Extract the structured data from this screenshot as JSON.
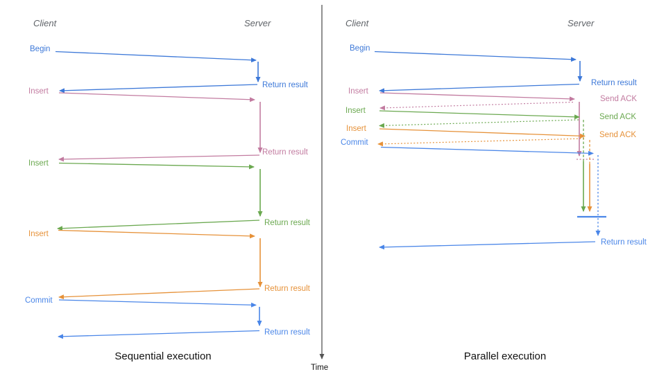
{
  "diagram": {
    "time_axis_label": "Time",
    "colors": {
      "begin_blue": "#3c78d8",
      "insert_pink": "#c27ba0",
      "insert_green": "#6aa84f",
      "insert_orange": "#e69138",
      "commit_blue": "#4a86e8",
      "axis_gray": "#545454",
      "header_gray": "#5f6368"
    },
    "sequential": {
      "title": "Sequential execution",
      "client_header": "Client",
      "server_header": "Server",
      "operations": [
        {
          "request": "Begin",
          "response": "Return result"
        },
        {
          "request": "Insert",
          "response": "Return result"
        },
        {
          "request": "Insert",
          "response": "Return result"
        },
        {
          "request": "Insert",
          "response": "Return result"
        },
        {
          "request": "Commit",
          "response": "Return result"
        }
      ]
    },
    "parallel": {
      "title": "Parallel execution",
      "client_header": "Client",
      "server_header": "Server",
      "operations": [
        {
          "request": "Begin",
          "response": "Return result"
        },
        {
          "request": "Insert",
          "response": "Send ACK"
        },
        {
          "request": "Insert",
          "response": "Send ACK"
        },
        {
          "request": "Insert",
          "response": "Send ACK"
        },
        {
          "request": "Commit",
          "response": "Return result"
        }
      ]
    }
  }
}
